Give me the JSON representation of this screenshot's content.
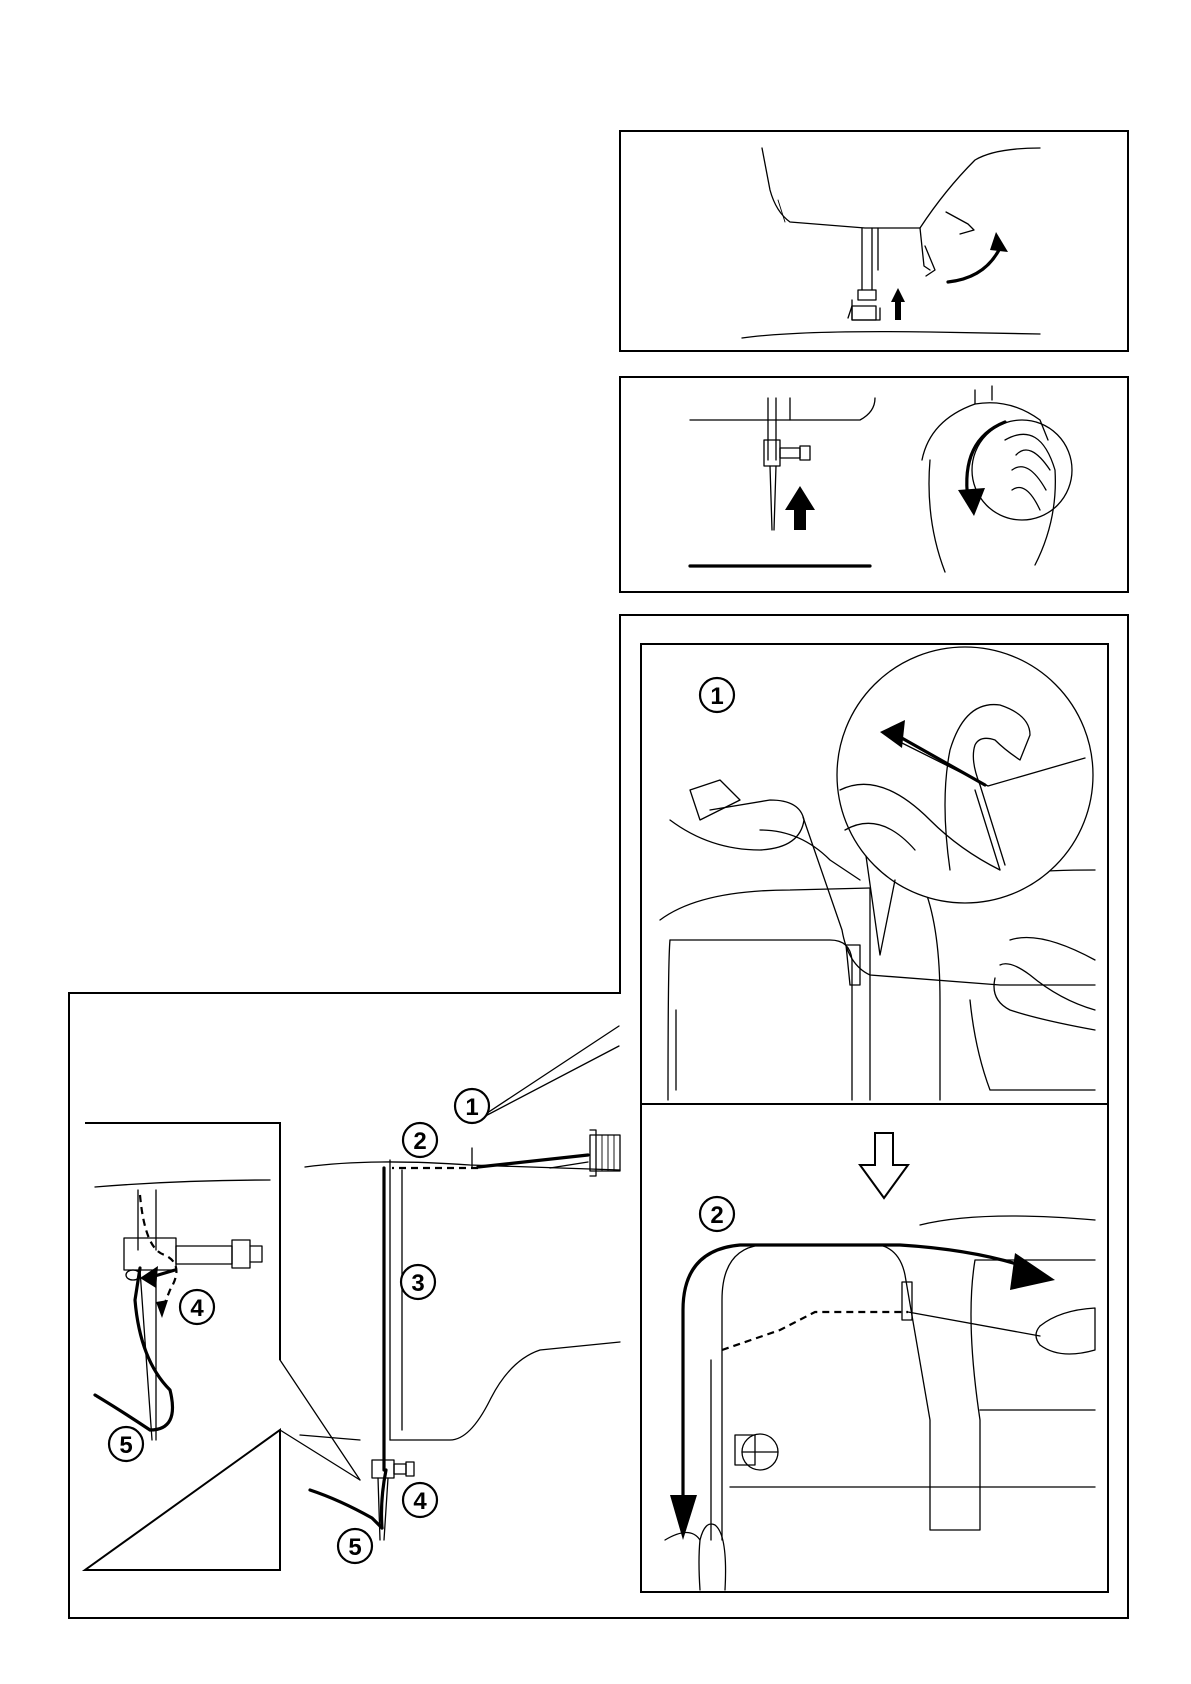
{
  "steps": {
    "one": "1",
    "two": "2",
    "three": "3",
    "four": "4",
    "five": "5"
  },
  "colors": {
    "ink": "#000000",
    "paper": "#ffffff"
  },
  "icons": {
    "direction_arrow": "arrow-icon",
    "down_arrow": "hollow-down-arrow-icon"
  }
}
